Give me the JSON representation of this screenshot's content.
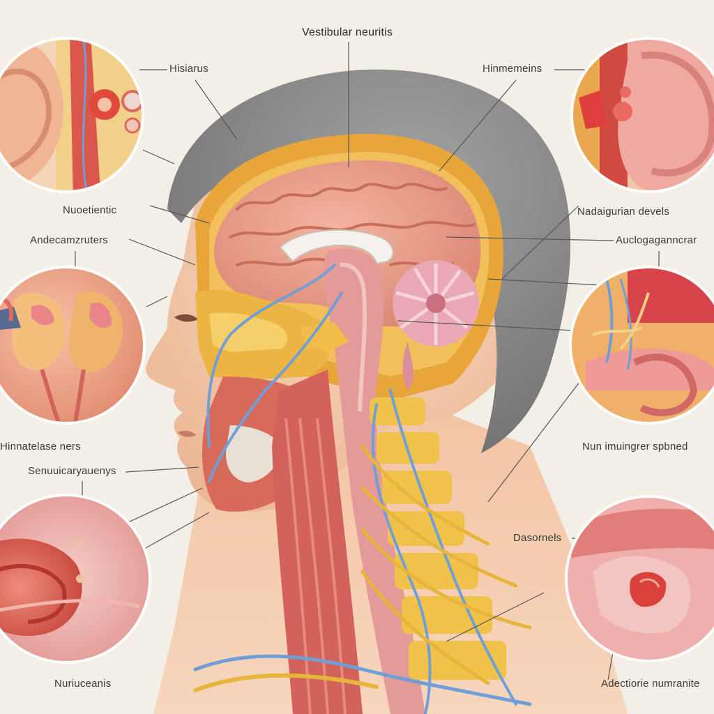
{
  "diagram": {
    "title": "Vestibular neuritis",
    "labels": {
      "top_left": "Hisiarus",
      "top_right": "Hinmemeins",
      "left_upper": "Nuoetientic",
      "left_second": "Andecamzruters",
      "right_upper": "Nadaigurian devels",
      "right_second": "Auclogaganncrar",
      "left_middle": "Hinnatelase ners",
      "left_lower": "Senuuicaryauenys",
      "right_middle": "Nun imuingrer spbned",
      "right_lower": "Dasornels",
      "bottom_left": "Nuriuceanis",
      "bottom_right": "Adectiorie numranite"
    }
  },
  "colors": {
    "background": "#f4efe6",
    "skin": "#f3c8a8",
    "hair": "#8c8c8c",
    "brain": "#e99a86",
    "skull": "#e7a53a",
    "bone_yellow": "#f0c24a",
    "muscle": "#cc5c52",
    "nerve_blue": "#6f9fd6",
    "cerebellum": "#e8a0ae",
    "leader_line": "#555555"
  },
  "icons": [
    "ear-closeup-icon",
    "inner-ear-closeup-icon",
    "gland-closeup-icon",
    "nerve-closeup-icon",
    "tissue-closeup-icon",
    "lesion-closeup-icon"
  ]
}
